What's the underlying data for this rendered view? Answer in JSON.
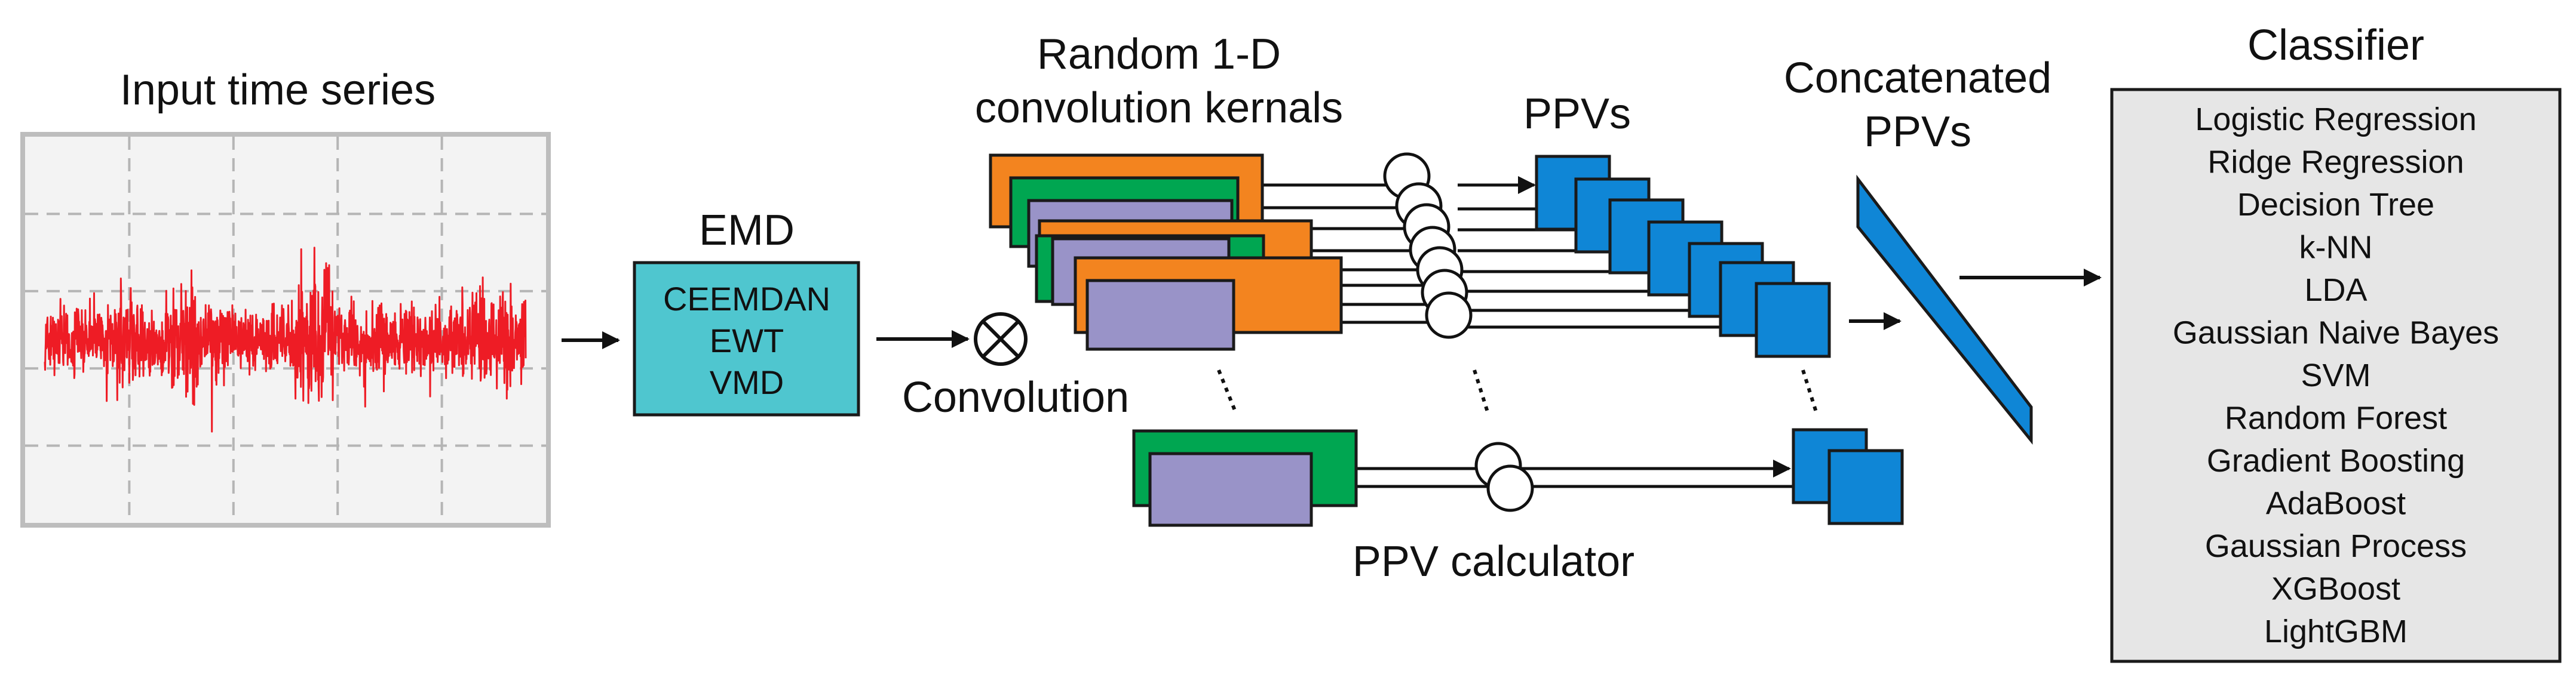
{
  "title_input": "Input time series",
  "emd": {
    "title": "EMD",
    "methods": [
      "CEEMDAN",
      "EWT",
      "VMD"
    ]
  },
  "convolution_label": "Convolution",
  "kernels_title": [
    "Random 1-D",
    "convolution kernals"
  ],
  "ppv_title": "PPVs",
  "ppv_calculator_label": "PPV calculator",
  "concat_title": [
    "Concatenated",
    "PPVs"
  ],
  "classifier": {
    "title": "Classifier",
    "items": [
      "Logistic Regression",
      "Ridge Regression",
      "Decision Tree",
      "k-NN",
      "LDA",
      "Gaussian Naive Bayes",
      "SVM",
      "Random Forest",
      "Gradient Boosting",
      "AdaBoost",
      "Gaussian Process",
      "XGBoost",
      "LightGBM"
    ]
  },
  "colors": {
    "signal": "#ee1c25",
    "emd_fill": "#4fc6cf",
    "orange": "#f3841f",
    "green": "#00a651",
    "purple": "#9993c8",
    "ppv_blue": "#0f86d6",
    "classifier_fill": "#e6e6e6",
    "panel_fill": "#f3f3f3"
  }
}
